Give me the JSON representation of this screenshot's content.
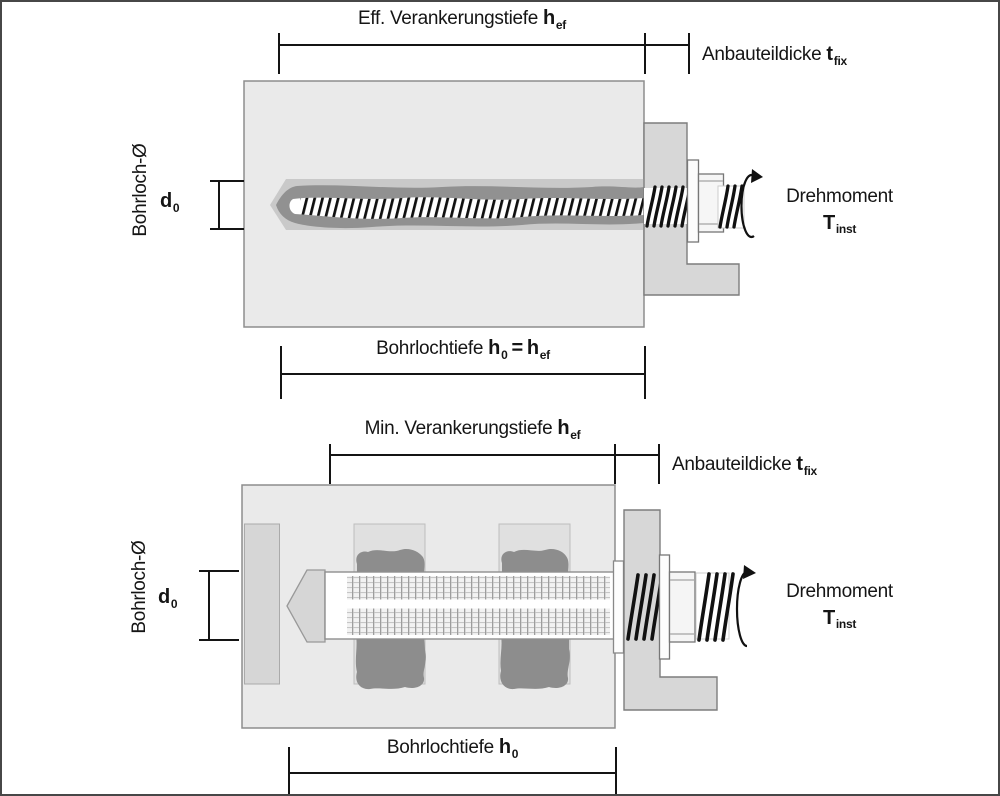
{
  "figure": "Installation diagrams of two anchor types in concrete / hollow block (German labels)",
  "colors": {
    "block": "#eaeaea",
    "block_border": "#8d8d8d",
    "hole_edge": "#c9c9c9",
    "mortar": "#919191",
    "plate": "#d7d7d7",
    "plate_border": "#7d7d7d",
    "cavity": "#e0e0e0",
    "insert": "#d6d6d6",
    "line": "#141414",
    "background": "#ffffff"
  },
  "top": {
    "anchorage_label": {
      "text": "Eff. Verankerungstiefe",
      "sym": "h",
      "sub": "ef"
    },
    "fixture_label": {
      "text": "Anbauteildicke",
      "sym": "t",
      "sub": "fix"
    },
    "drill_dia_label": {
      "text": "Bohrloch-Ø",
      "sym": "d",
      "sub": "0"
    },
    "torque_label": {
      "text": "Drehmoment",
      "sym": "T",
      "sub": "inst"
    },
    "depth_label": {
      "text": "Bohrlochtiefe",
      "sym1": "h",
      "sub1": "0",
      "eq": "=",
      "sym2": "h",
      "sub2": "ef"
    }
  },
  "bottom": {
    "anchorage_label": {
      "text": "Min. Verankerungstiefe",
      "sym": "h",
      "sub": "ef"
    },
    "fixture_label": {
      "text": "Anbauteildicke",
      "sym": "t",
      "sub": "fix"
    },
    "drill_dia_label": {
      "text": "Bohrloch-Ø",
      "sym": "d",
      "sub": "0"
    },
    "torque_label": {
      "text": "Drehmoment",
      "sym": "T",
      "sub": "inst"
    },
    "depth_label": {
      "text": "Bohrlochtiefe",
      "sym": "h",
      "sub": "0"
    }
  }
}
